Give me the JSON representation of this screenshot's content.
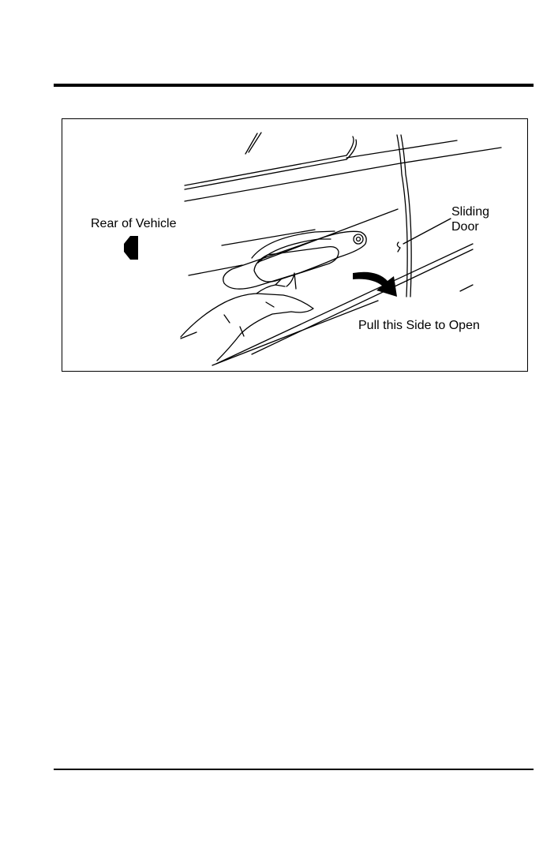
{
  "figure": {
    "labels": {
      "rear_of_vehicle": "Rear of Vehicle",
      "sliding": "Sliding",
      "door": "Door",
      "pull_instruction": "Pull this Side to Open"
    },
    "icons": [
      "left-arrow-icon",
      "pull-direction-arrow-icon"
    ]
  }
}
